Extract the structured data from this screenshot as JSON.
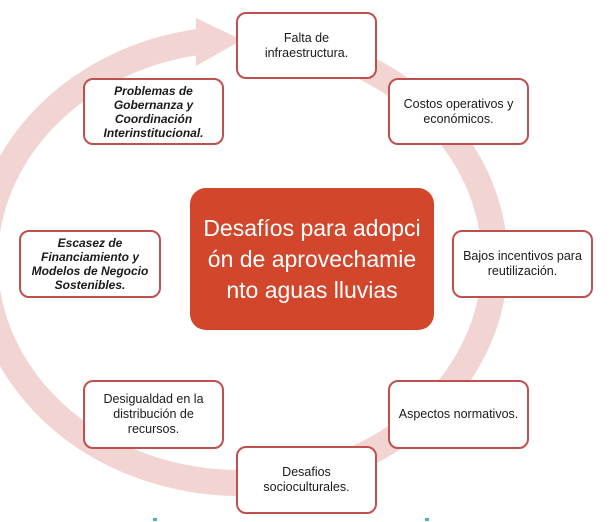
{
  "diagram": {
    "center_title": "Desafíos para adopción de aprovechamiento aguas lluvias",
    "nodes": [
      {
        "id": "falta-infraestructura",
        "text": "Falta de infraestructura."
      },
      {
        "id": "costos-operativos",
        "text": "Costos operativos y económicos."
      },
      {
        "id": "bajos-incentivos",
        "text": "Bajos incentivos para reutilización."
      },
      {
        "id": "aspectos-normativos",
        "text": "Aspectos normativos."
      },
      {
        "id": "desafios-socioculturales",
        "text": "Desafios socioculturales."
      },
      {
        "id": "desigualdad-recursos",
        "text": "Desigualdad  en la distribución de recursos."
      },
      {
        "id": "escasez-financiamiento",
        "text": "Escasez de Financiamiento y Modelos de Negocio Sostenibles."
      },
      {
        "id": "problemas-gobernanza",
        "text": "Problemas de Gobernanza y Coordinación Interinstitucional."
      }
    ],
    "colors": {
      "accent": "#c0504d",
      "center_fill": "#d2472c",
      "ring": "#f2d4d2"
    }
  }
}
